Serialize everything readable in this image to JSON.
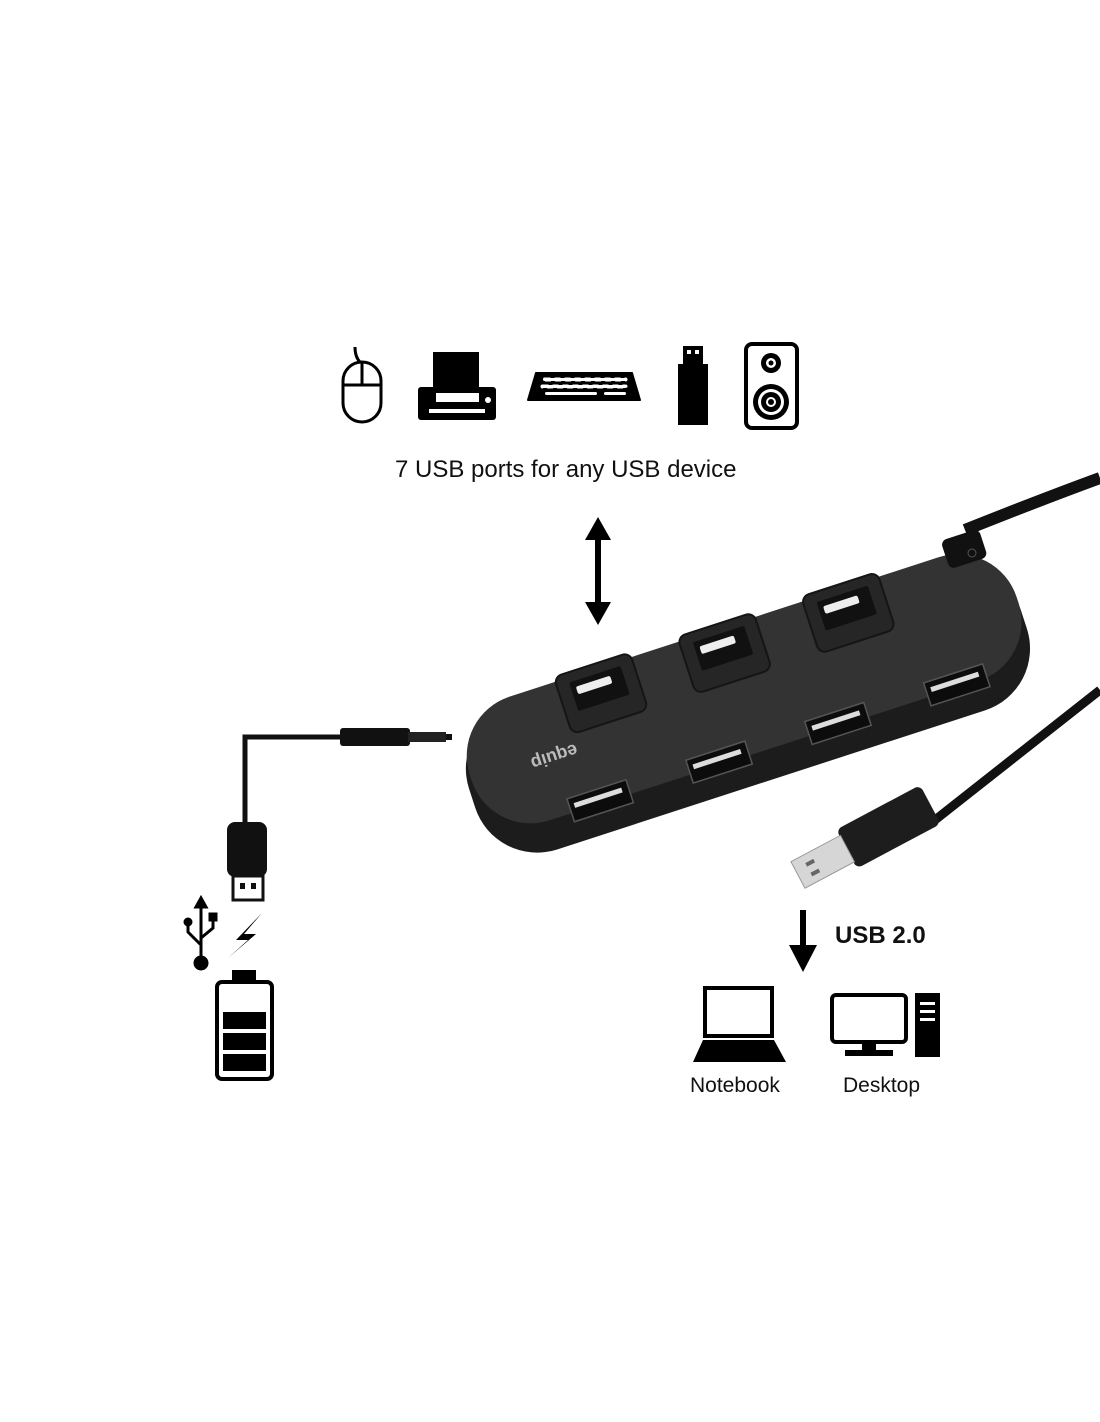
{
  "caption": "7 USB ports for any USB device",
  "device_icons": [
    "mouse-icon",
    "printer-icon",
    "keyboard-icon",
    "usb-stick-icon",
    "speaker-icon"
  ],
  "usb_version": "USB 2.0",
  "targets": {
    "notebook": "Notebook",
    "desktop": "Desktop"
  },
  "brand": "equip",
  "colors": {
    "hub": "#2b2b2b",
    "icon": "#000000",
    "metal": "#d8d8d8"
  }
}
